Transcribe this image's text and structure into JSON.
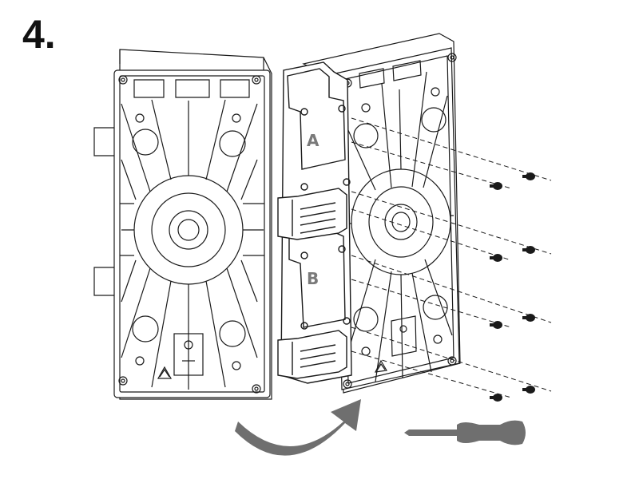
{
  "step": {
    "number": "4."
  },
  "labels": {
    "upper_slot": "A",
    "lower_slot": "B"
  },
  "colors": {
    "line": "#1a1a1a",
    "grey_part": "#6f6f6f",
    "label": "#7a7a7a",
    "background": "#ffffff"
  },
  "icons": {
    "rotation_arrow": "curved-arrow-icon",
    "tool": "screwdriver-icon",
    "fastener": "screw-icon"
  }
}
